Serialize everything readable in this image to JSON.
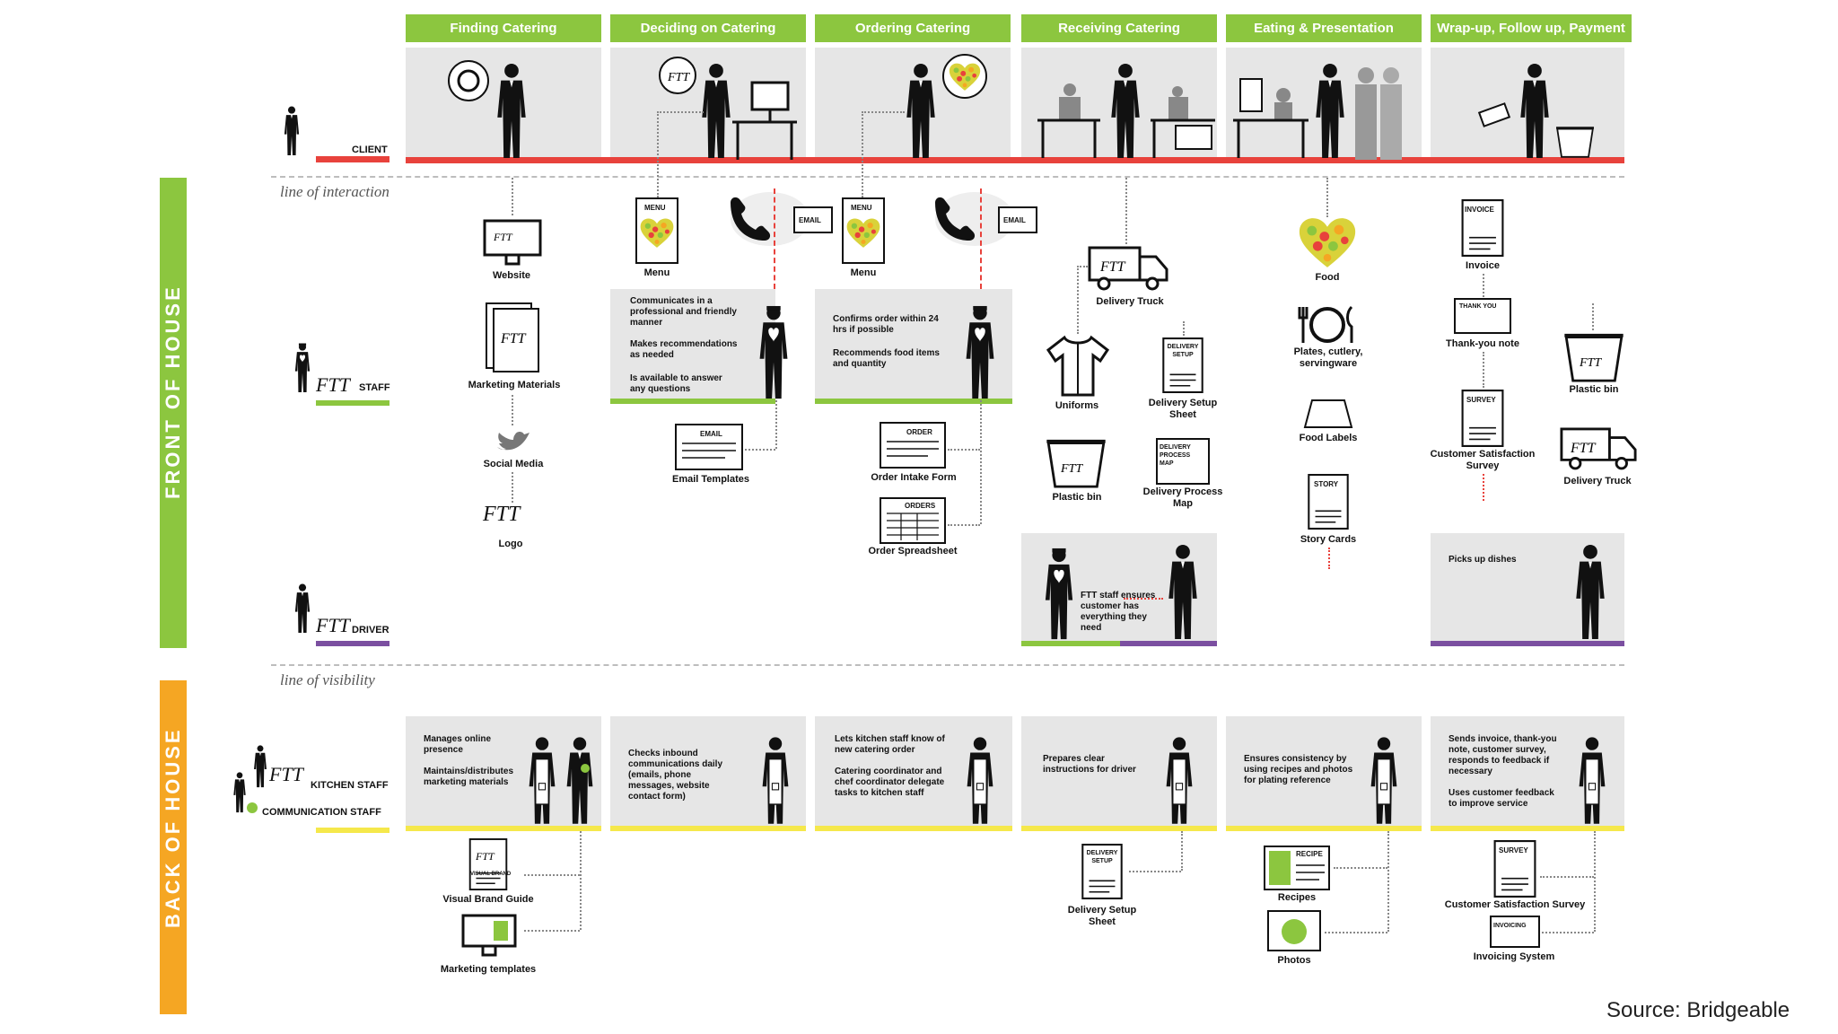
{
  "stages": [
    "Finding Catering",
    "Deciding on Catering",
    "Ordering Catering",
    "Receiving Catering",
    "Eating & Presentation",
    "Wrap-up, Follow up, Payment"
  ],
  "lanes": {
    "client": "CLIENT",
    "line_of_interaction": "line of interaction",
    "staff": "STAFF",
    "driver": "DRIVER",
    "line_of_visibility": "line of visibility",
    "kitchen_staff": "KITCHEN STAFF",
    "communication_staff": "COMMUNICATION STAFF",
    "front_of_house": "FRONT OF HOUSE",
    "back_of_house": "BACK OF HOUSE"
  },
  "logo_text": "FTT",
  "props": {
    "website": "Website",
    "marketing_materials": "Marketing Materials",
    "social_media": "Social Media",
    "logo": "Logo",
    "menu": "Menu",
    "menu_doc": "MENU",
    "email": "EMAIL",
    "email_templates": "Email Templates",
    "order": "ORDER",
    "order_intake_form": "Order Intake Form",
    "orders": "ORDERS",
    "order_spreadsheet": "Order Spreadsheet",
    "delivery_truck": "Delivery Truck",
    "uniforms": "Uniforms",
    "plastic_bin": "Plastic bin",
    "delivery_setup_doc": "DELIVERY SETUP",
    "delivery_setup_sheet": "Delivery Setup Sheet",
    "delivery_process_doc": "DELIVERY PROCESS MAP",
    "delivery_process_map": "Delivery Process Map",
    "food": "Food",
    "plates": "Plates, cutlery, servingware",
    "food_labels": "Food Labels",
    "story_doc": "STORY",
    "story_cards": "Story Cards",
    "invoice_doc": "INVOICE",
    "invoice": "Invoice",
    "thankyou_doc": "THANK YOU",
    "thankyou_note": "Thank-you note",
    "survey_doc": "SURVEY",
    "customer_survey": "Customer Satisfaction Survey",
    "visual_brand_doc": "VISUAL BRAND",
    "visual_brand_guide": "Visual Brand Guide",
    "marketing_templates": "Marketing templates",
    "recipe_doc": "RECIPE",
    "recipes": "Recipes",
    "photos": "Photos",
    "invoicing_doc": "INVOICING",
    "invoicing_system": "Invoicing System"
  },
  "staff_text": {
    "deciding": [
      "Communicates in a professional and friendly manner",
      "Makes recommendations as needed",
      "Is available to answer any questions"
    ],
    "ordering": [
      "Confirms order within 24 hrs if possible",
      "Recommends food items and quantity"
    ]
  },
  "driver_text": {
    "receiving": "FTT staff ensures customer has everything they need",
    "wrapup": "Picks up dishes"
  },
  "back_text": {
    "finding": [
      "Manages online presence",
      "Maintains/distributes marketing materials"
    ],
    "deciding": [
      "Checks inbound communications daily (emails, phone messages, website contact form)"
    ],
    "ordering": [
      "Lets kitchen staff know of new catering order",
      "Catering coordinator and chef coordinator delegate tasks to kitchen staff"
    ],
    "receiving": [
      "Prepares clear instructions for driver"
    ],
    "eating": [
      "Ensures consistency by using recipes and photos for plating reference"
    ],
    "wrapup": [
      "Sends invoice, thank-you note, customer survey, responds to feedback if necessary",
      "Uses customer feedback to improve service"
    ]
  },
  "source": "Source: Bridgeable",
  "colors": {
    "green": "#8cc63f",
    "red": "#e8423c",
    "purple": "#7b4fa0",
    "yellow": "#f5e84b",
    "orange": "#f5a623",
    "panel": "#e6e6e6"
  }
}
